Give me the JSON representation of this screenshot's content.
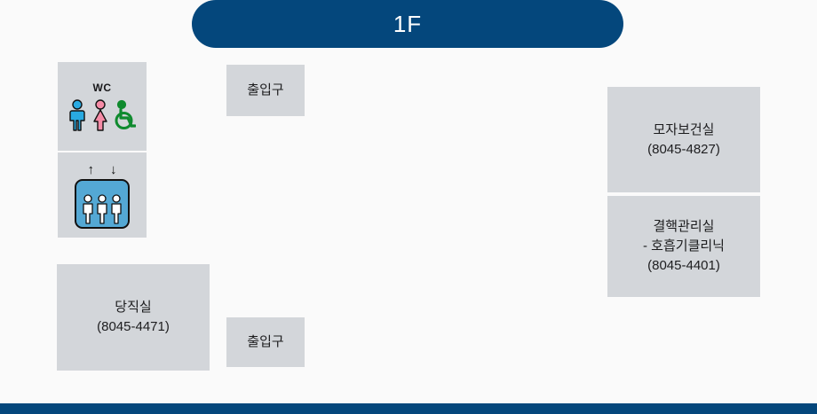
{
  "header": {
    "floor_label": "1F",
    "pill_color": "#04477c"
  },
  "map": {
    "background_color": "#fafafa",
    "room_fill_color": "#d3d6da",
    "facilities": [
      {
        "id": "wc",
        "icon": "restroom-icon",
        "label": "WC",
        "figures": [
          "male-figure-icon",
          "female-figure-icon",
          "wheelchair-icon"
        ],
        "colors": {
          "male": "#29aae1",
          "female": "#f58ba6",
          "accessible": "#0f8a2e"
        }
      },
      {
        "id": "elevator",
        "icon": "elevator-icon",
        "arrow_up": "↑",
        "arrow_down": "↓",
        "car_color": "#54a8d4",
        "occupants": 3
      }
    ],
    "gates": [
      {
        "id": "gate-top",
        "label": "출입구"
      },
      {
        "id": "gate-bottom",
        "label": "출입구"
      }
    ],
    "rooms": [
      {
        "id": "duty-room",
        "name": "당직실",
        "phone": "(8045-4471)",
        "text": "당직실\n(8045-4471)"
      },
      {
        "id": "maternal-child-health-room",
        "name": "모자보건실",
        "phone": "(8045-4827)",
        "text": "모자보건실\n(8045-4827)"
      },
      {
        "id": "tuberculosis-clinic",
        "name": "결핵관리실",
        "subtitle": "- 호흡기클리닉",
        "phone": "(8045-4401)",
        "text": "결핵관리실\n- 호흡기클리닉\n(8045-4401)"
      }
    ]
  },
  "footer": {
    "bar_color": "#04477c"
  }
}
